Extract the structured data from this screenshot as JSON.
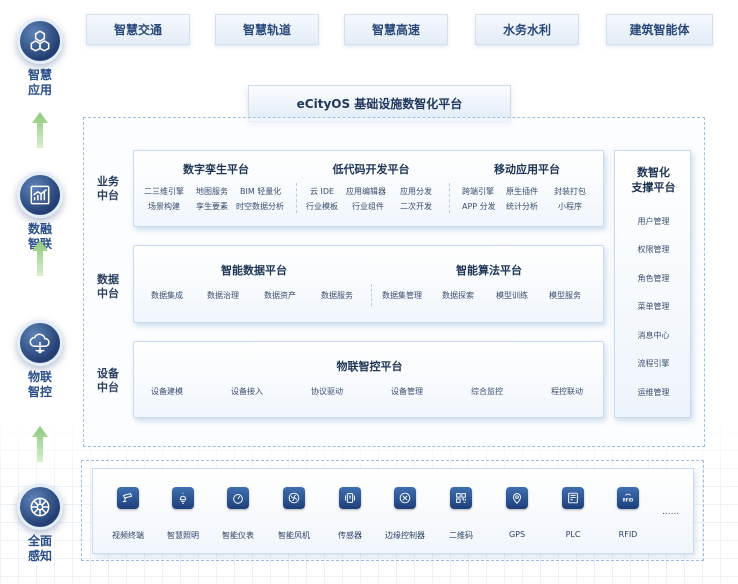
{
  "left_column": [
    {
      "label": "智慧\n应用",
      "icon": "cubes-icon"
    },
    {
      "label": "数融\n智联",
      "icon": "bar-chart-icon"
    },
    {
      "label": "物联\n智控",
      "icon": "cloud-network-icon"
    },
    {
      "label": "全面\n感知",
      "icon": "wheel-sensor-icon"
    }
  ],
  "apps": [
    "智慧交通",
    "智慧轨道",
    "智慧高速",
    "水务水利",
    "建筑智能体"
  ],
  "platform_title": "eCityOS 基础设施数智化平台",
  "business": {
    "label": "业务\n中台",
    "sections": [
      {
        "title": "数字孪生平台",
        "rows": [
          [
            "二三维引擎",
            "地图服务",
            "BIM 轻量化"
          ],
          [
            "场景构建",
            "孪生要素",
            "时空数据分析"
          ]
        ]
      },
      {
        "title": "低代码开发平台",
        "rows": [
          [
            "云 IDE",
            "应用编辑器",
            "应用分发"
          ],
          [
            "行业模板",
            "行业组件",
            "二次开发"
          ]
        ]
      },
      {
        "title": "移动应用平台",
        "rows": [
          [
            "跨端引擎",
            "原生插件",
            "封装打包"
          ],
          [
            "APP 分发",
            "统计分析",
            "小程序"
          ]
        ]
      }
    ]
  },
  "data": {
    "label": "数据\n中台",
    "sections": [
      {
        "title": "智能数据平台",
        "items": [
          "数据集成",
          "数据治理",
          "数据资产",
          "数据服务"
        ]
      },
      {
        "title": "智能算法平台",
        "items": [
          "数据集管理",
          "数据探索",
          "模型训练",
          "模型服务"
        ]
      }
    ]
  },
  "device": {
    "label": "设备\n中台",
    "title": "物联智控平台",
    "items": [
      "设备建模",
      "设备接入",
      "协议驱动",
      "设备管理",
      "综合监控",
      "程控联动"
    ]
  },
  "support": {
    "title": "数智化\n支撑平台",
    "items": [
      "用户管理",
      "权限管理",
      "角色管理",
      "菜单管理",
      "消息中心",
      "流程引擎",
      "运维管理"
    ]
  },
  "sensors": [
    {
      "label": "视频终端",
      "icon": "camera-icon"
    },
    {
      "label": "智慧照明",
      "icon": "lamp-icon"
    },
    {
      "label": "智能仪表",
      "icon": "gauge-icon"
    },
    {
      "label": "智能风机",
      "icon": "fan-icon"
    },
    {
      "label": "传感器",
      "icon": "sensor-icon"
    },
    {
      "label": "边缘控制器",
      "icon": "controller-icon"
    },
    {
      "label": "二维码",
      "icon": "qr-code-icon"
    },
    {
      "label": "GPS",
      "icon": "gps-icon"
    },
    {
      "label": "PLC",
      "icon": "plc-icon"
    },
    {
      "label": "RFID",
      "icon": "rfid-icon",
      "glyph": "RFID"
    }
  ],
  "sensors_more": "......",
  "colors": {
    "accent": "#2a4f8a",
    "icon_bg": "#1d3f7a",
    "arrow": "#9fd08a"
  }
}
